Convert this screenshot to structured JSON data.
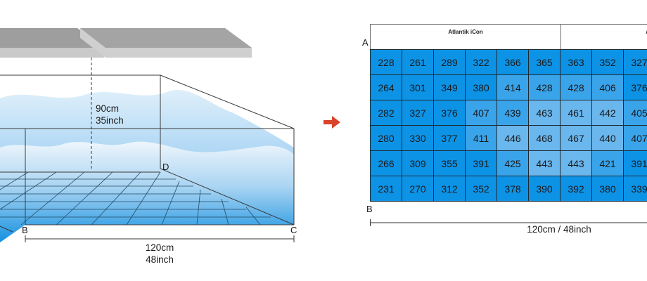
{
  "tank": {
    "height_label_cm": "90cm",
    "height_label_inch": "35inch",
    "width_label_cm": "120cm",
    "width_label_inch": "48inch",
    "corner_b": "B",
    "corner_c": "C",
    "corner_d": "D"
  },
  "arrow": {
    "icon": "right-arrow-icon",
    "color": "#d8432a"
  },
  "grid": {
    "corner_a": "A",
    "corner_b": "B",
    "header_left": "Atlantik iCon",
    "header_right": "A",
    "width_label": "120cm / 48inch",
    "rows": [
      [
        "228",
        "261",
        "289",
        "322",
        "366",
        "365",
        "363",
        "352",
        "327"
      ],
      [
        "264",
        "301",
        "349",
        "380",
        "414",
        "428",
        "428",
        "406",
        "376"
      ],
      [
        "282",
        "327",
        "376",
        "407",
        "439",
        "463",
        "461",
        "442",
        "405"
      ],
      [
        "280",
        "330",
        "377",
        "411",
        "446",
        "468",
        "467",
        "440",
        "407"
      ],
      [
        "266",
        "309",
        "355",
        "391",
        "425",
        "443",
        "443",
        "421",
        "391"
      ],
      [
        "231",
        "270",
        "312",
        "352",
        "378",
        "390",
        "392",
        "380",
        "339"
      ]
    ],
    "colors": {
      "dark": "#0d93e6",
      "mid": "#3aa4ea",
      "light": "#6ab7ee"
    }
  }
}
